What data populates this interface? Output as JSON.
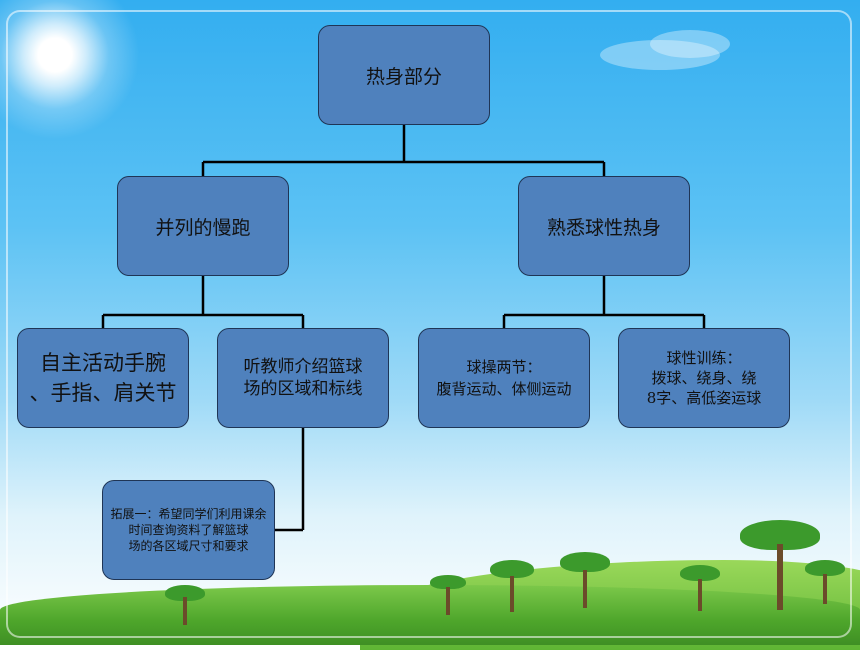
{
  "diagram": {
    "root": {
      "label": "热身部分"
    },
    "left": {
      "label": "并列的慢跑"
    },
    "right": {
      "label": "熟悉球性热身"
    },
    "left_children": [
      {
        "label": "自主活动手腕\n、手指、肩关节"
      },
      {
        "label": "听教师介绍篮球\n场的区域和标线"
      }
    ],
    "right_children": [
      {
        "label": "球操两节：\n腹背运动、体侧运动"
      },
      {
        "label": "球性训练：\n拨球、绕身、绕\n8字、高低姿运球"
      }
    ],
    "extension": {
      "label": "拓展一：希望同学们利用课余\n时间查询资料了解篮球\n场的各区域尺寸和要求"
    }
  },
  "colors": {
    "node_fill": "#4f81bd",
    "node_border": "#1f3556",
    "connector": "#000000",
    "sky": "#33aef0",
    "grass": "#4ea62b"
  }
}
